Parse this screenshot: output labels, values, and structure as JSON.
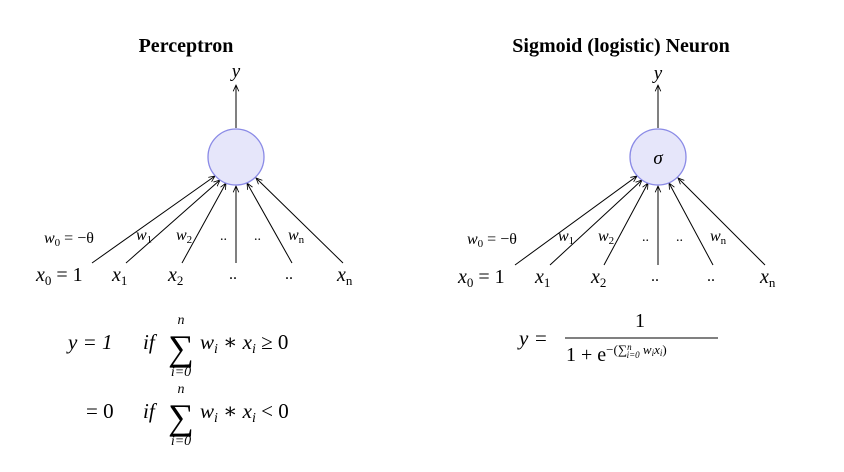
{
  "perceptron": {
    "title": "Perceptron",
    "output": "y",
    "weights": {
      "w0": "w",
      "w0_sub": "0",
      "w0_eq": " = −θ",
      "w1": "w",
      "w1_sub": "1",
      "w2": "w",
      "w2_sub": "2",
      "dots": "..",
      "wn": "w",
      "wn_sub": "n"
    },
    "inputs": {
      "x0": "x",
      "x0_sub": "0",
      "x0_eq": " = 1",
      "x1": "x",
      "x1_sub": "1",
      "x2": "x",
      "x2_sub": "2",
      "dots": "..",
      "xn": "x",
      "xn_sub": "n"
    },
    "rule1": {
      "lhs": "y = 1",
      "if": "if",
      "sigma": "∑",
      "upper": "n",
      "lower": "i=0",
      "expr": "w",
      "expr_sub_i": "i",
      "times": " ∗ x",
      "x_sub": "i",
      "cmp": " ≥ 0"
    },
    "rule2": {
      "lhs": "= 0",
      "if": "if",
      "sigma": "∑",
      "upper": "n",
      "lower": "i=0",
      "expr": "w",
      "expr_sub_i": "i",
      "times": " ∗ x",
      "x_sub": "i",
      "cmp": " < 0"
    }
  },
  "sigmoid": {
    "title": "Sigmoid (logistic) Neuron",
    "output": "y",
    "node_label": "σ",
    "weights": {
      "w0": "w",
      "w0_sub": "0",
      "w0_eq": " = −θ",
      "w1": "w",
      "w1_sub": "1",
      "w2": "w",
      "w2_sub": "2",
      "dots": "..",
      "wn": "w",
      "wn_sub": "n"
    },
    "inputs": {
      "x0": "x",
      "x0_sub": "0",
      "x0_eq": " = 1",
      "x1": "x",
      "x1_sub": "1",
      "x2": "x",
      "x2_sub": "2",
      "dots": "..",
      "xn": "x",
      "xn_sub": "n"
    },
    "formula": {
      "lhs": "y =",
      "numerator": "1",
      "den_base": "1 + e",
      "den_exp": "−(∑",
      "den_exp_sup": "n",
      "den_exp_sub": "i=0",
      "den_exp_tail": " w",
      "den_exp_wi": "i",
      "den_exp_x": "x",
      "den_exp_xi": "i",
      "den_exp_close": ")"
    }
  }
}
